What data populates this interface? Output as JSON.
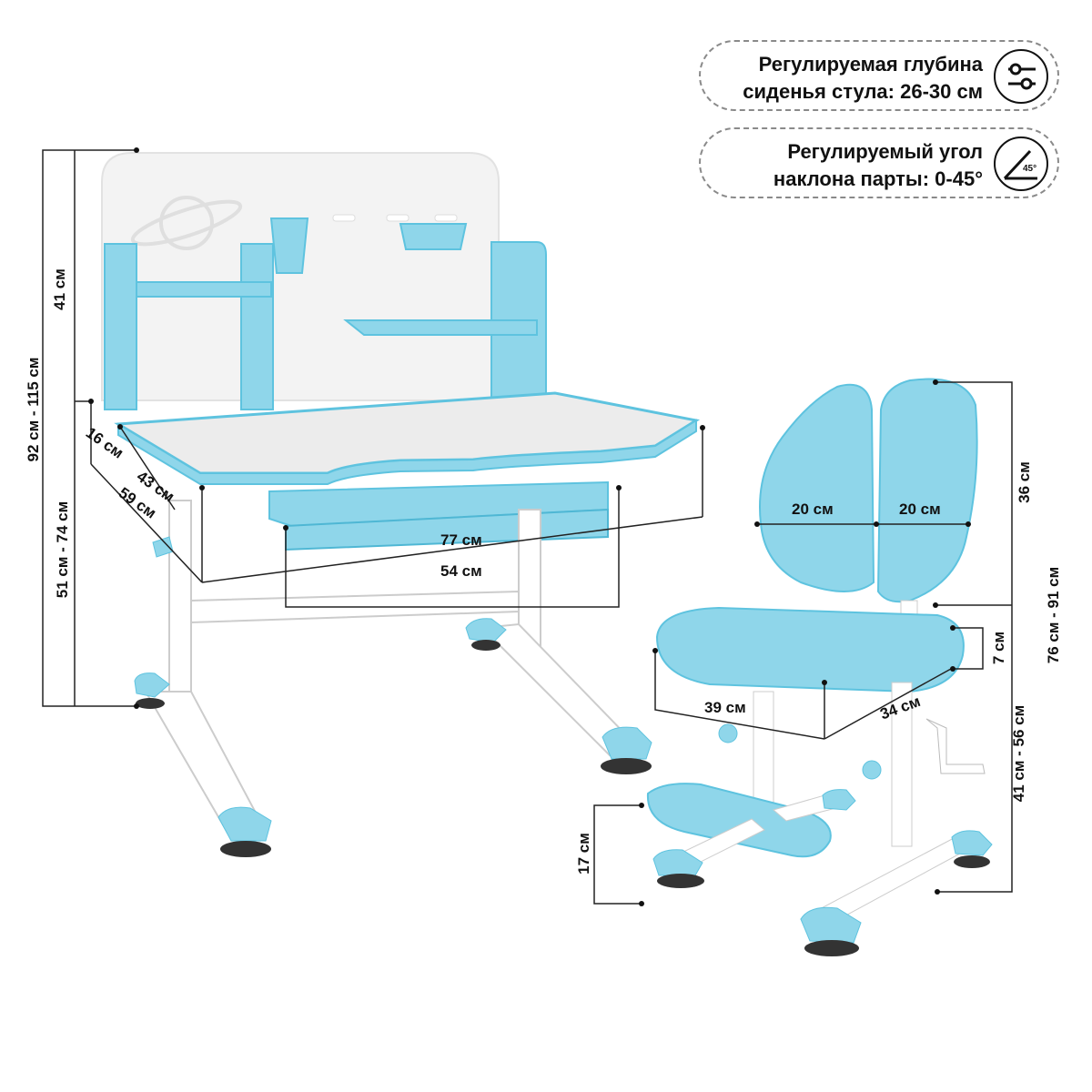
{
  "info": {
    "seat_depth": {
      "line1": "Регулируемая глубина",
      "line2": "сиденья стула: 26-30 см",
      "icon": "sliders-icon"
    },
    "tilt": {
      "line1": "Регулируемый угол",
      "line2": "наклона парты: 0-45°",
      "icon": "angle-icon",
      "angle_label": "45°"
    }
  },
  "desk_dims": {
    "total_height": "92 см - 115 см",
    "board_height": "41 см",
    "desk_height": "51 см - 74 см",
    "d16": "16 см",
    "d43": "43 см",
    "d59": "59 см",
    "width": "77 см",
    "drawer": "54 см"
  },
  "chair_dims": {
    "back_left": "20 см",
    "back_right": "20 см",
    "back_height": "36 см",
    "total_height": "76 см - 91 см",
    "seat_height": "41 см - 56 см",
    "cushion": "7 см",
    "seat_width": "39 см",
    "seat_depth": "34 см",
    "footrest": "17 см"
  },
  "colors": {
    "accent": "#8fd6ea",
    "accent_dark": "#5ec3df",
    "frame": "#ffffff",
    "board": "#f1f1f1",
    "line": "#222222",
    "pad": "#333333"
  }
}
